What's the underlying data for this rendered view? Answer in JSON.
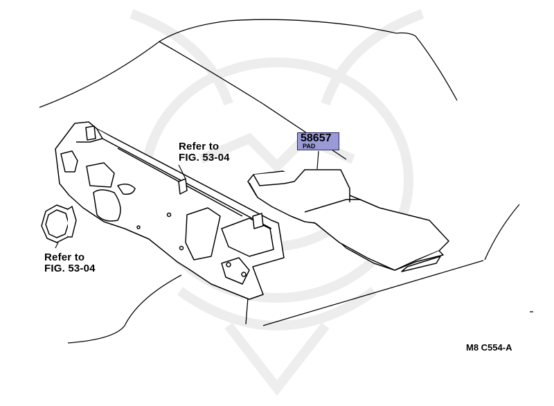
{
  "callouts": {
    "ref_upper": {
      "line1": "Refer to",
      "line2": "FIG. 53-04"
    },
    "ref_lower": {
      "line1": "Refer to",
      "line2": "FIG. 53-04"
    },
    "part": {
      "number": "58657",
      "name": "PAD",
      "highlight": "#9a9ad6"
    }
  },
  "diagram_code": "M8  C554-A"
}
